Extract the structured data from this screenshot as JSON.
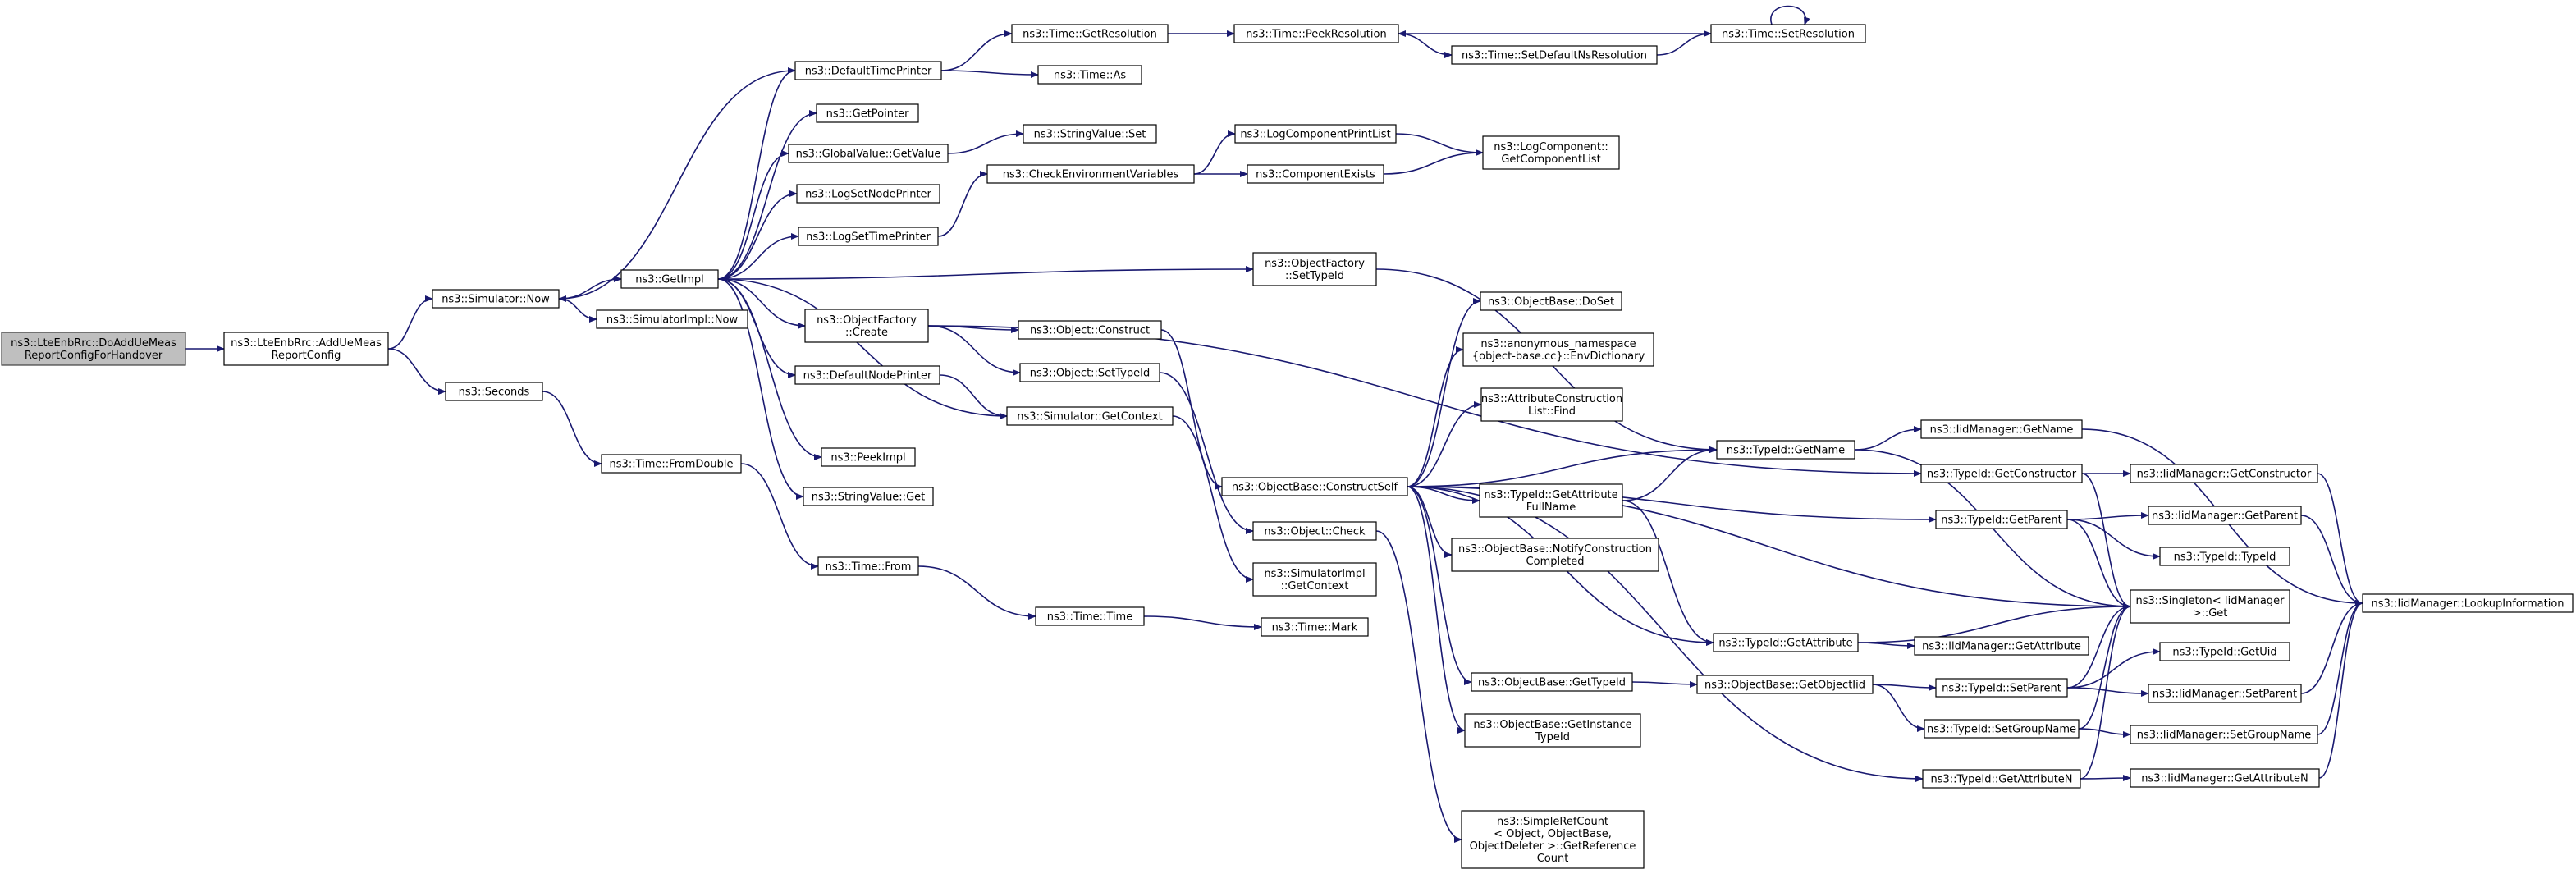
{
  "colors": {
    "edge": "#191970",
    "root_fill": "#bfbfbf",
    "node_fill": "#ffffff",
    "node_border": "#000000"
  },
  "nodes": [
    {
      "id": "root",
      "lines": [
        "ns3::LteEnbRrc::DoAddUeMeas",
        "ReportConfigForHandover"
      ]
    },
    {
      "id": "addue",
      "lines": [
        "ns3::LteEnbRrc::AddUeMeas",
        "ReportConfig"
      ]
    },
    {
      "id": "simnow",
      "lines": [
        "ns3::Simulator::Now"
      ]
    },
    {
      "id": "seconds",
      "lines": [
        "ns3::Seconds"
      ]
    },
    {
      "id": "getimpl",
      "lines": [
        "ns3::GetImpl"
      ]
    },
    {
      "id": "simimplnow",
      "lines": [
        "ns3::SimulatorImpl::Now"
      ]
    },
    {
      "id": "fromdouble",
      "lines": [
        "ns3::Time::FromDouble"
      ]
    },
    {
      "id": "deftimeprinter",
      "lines": [
        "ns3::DefaultTimePrinter"
      ]
    },
    {
      "id": "getpointer",
      "lines": [
        "ns3::GetPointer"
      ]
    },
    {
      "id": "gvgetvalue",
      "lines": [
        "ns3::GlobalValue::GetValue"
      ]
    },
    {
      "id": "logsetnode",
      "lines": [
        "ns3::LogSetNodePrinter"
      ]
    },
    {
      "id": "logsettime",
      "lines": [
        "ns3::LogSetTimePrinter"
      ]
    },
    {
      "id": "ofcreate",
      "lines": [
        "ns3::ObjectFactory",
        "::Create"
      ]
    },
    {
      "id": "defnodeprinter",
      "lines": [
        "ns3::DefaultNodePrinter"
      ]
    },
    {
      "id": "peekimpl",
      "lines": [
        "ns3::PeekImpl"
      ]
    },
    {
      "id": "svget",
      "lines": [
        "ns3::StringValue::Get"
      ]
    },
    {
      "id": "timefrom",
      "lines": [
        "ns3::Time::From"
      ]
    },
    {
      "id": "getresolution",
      "lines": [
        "ns3::Time::GetResolution"
      ]
    },
    {
      "id": "timeas",
      "lines": [
        "ns3::Time::As"
      ]
    },
    {
      "id": "svset",
      "lines": [
        "ns3::StringValue::Set"
      ]
    },
    {
      "id": "checkenv",
      "lines": [
        "ns3::CheckEnvironmentVariables"
      ]
    },
    {
      "id": "objconstruct",
      "lines": [
        "ns3::Object::Construct"
      ]
    },
    {
      "id": "objsettypeid",
      "lines": [
        "ns3::Object::SetTypeId"
      ]
    },
    {
      "id": "simgetcontext",
      "lines": [
        "ns3::Simulator::GetContext"
      ]
    },
    {
      "id": "timetime",
      "lines": [
        "ns3::Time::Time"
      ]
    },
    {
      "id": "peekres",
      "lines": [
        "ns3::Time::PeekResolution"
      ]
    },
    {
      "id": "setdefaultns",
      "lines": [
        "ns3::Time::SetDefaultNsResolution"
      ]
    },
    {
      "id": "setres",
      "lines": [
        "ns3::Time::SetResolution"
      ]
    },
    {
      "id": "logprintlist",
      "lines": [
        "ns3::LogComponentPrintList"
      ]
    },
    {
      "id": "compexists",
      "lines": [
        "ns3::ComponentExists"
      ]
    },
    {
      "id": "loggetlist",
      "lines": [
        "ns3::LogComponent::",
        "GetComponentList"
      ]
    },
    {
      "id": "ofsettypeid",
      "lines": [
        "ns3::ObjectFactory",
        "::SetTypeId"
      ]
    },
    {
      "id": "constructself",
      "lines": [
        "ns3::ObjectBase::ConstructSelf"
      ]
    },
    {
      "id": "objcheck",
      "lines": [
        "ns3::Object::Check"
      ]
    },
    {
      "id": "simimplgetctx",
      "lines": [
        "ns3::SimulatorImpl",
        "::GetContext"
      ]
    },
    {
      "id": "timemark",
      "lines": [
        "ns3::Time::Mark"
      ]
    },
    {
      "id": "doset",
      "lines": [
        "ns3::ObjectBase::DoSet"
      ]
    },
    {
      "id": "envdict",
      "lines": [
        "ns3::anonymous_namespace",
        "{object-base.cc}::EnvDictionary"
      ]
    },
    {
      "id": "attrfind",
      "lines": [
        "ns3::AttributeConstruction",
        "List::Find"
      ]
    },
    {
      "id": "getattrfull",
      "lines": [
        "ns3::TypeId::GetAttribute",
        "FullName"
      ]
    },
    {
      "id": "notifyconst",
      "lines": [
        "ns3::ObjectBase::NotifyConstruction",
        "Completed"
      ]
    },
    {
      "id": "obgettypeid",
      "lines": [
        "ns3::ObjectBase::GetTypeId"
      ]
    },
    {
      "id": "obgetinst",
      "lines": [
        "ns3::ObjectBase::GetInstance",
        "TypeId"
      ]
    },
    {
      "id": "simplerefcount",
      "lines": [
        "ns3::SimpleRefCount",
        "< Object, ObjectBase,",
        "ObjectDeleter >::GetReference",
        "Count"
      ]
    },
    {
      "id": "tigetname",
      "lines": [
        "ns3::TypeId::GetName"
      ]
    },
    {
      "id": "tigetattr",
      "lines": [
        "ns3::TypeId::GetAttribute"
      ]
    },
    {
      "id": "obgetobjtid",
      "lines": [
        "ns3::ObjectBase::GetObjectIid"
      ]
    },
    {
      "id": "iidgetname",
      "lines": [
        "ns3::IidManager::GetName"
      ]
    },
    {
      "id": "tigetctor",
      "lines": [
        "ns3::TypeId::GetConstructor"
      ]
    },
    {
      "id": "tigetparent",
      "lines": [
        "ns3::TypeId::GetParent"
      ]
    },
    {
      "id": "iidgetattr",
      "lines": [
        "ns3::IidManager::GetAttribute"
      ]
    },
    {
      "id": "tisetparent",
      "lines": [
        "ns3::TypeId::SetParent"
      ]
    },
    {
      "id": "tisetgroup",
      "lines": [
        "ns3::TypeId::SetGroupName"
      ]
    },
    {
      "id": "tigetattrn",
      "lines": [
        "ns3::TypeId::GetAttributeN"
      ]
    },
    {
      "id": "iidgetctor",
      "lines": [
        "ns3::IidManager::GetConstructor"
      ]
    },
    {
      "id": "iidgetparent",
      "lines": [
        "ns3::IidManager::GetParent"
      ]
    },
    {
      "id": "tityped",
      "lines": [
        "ns3::TypeId::TypeId"
      ]
    },
    {
      "id": "singleton",
      "lines": [
        "ns3::Singleton< IidManager",
        ">::Get"
      ]
    },
    {
      "id": "tigetuid",
      "lines": [
        "ns3::TypeId::GetUid"
      ]
    },
    {
      "id": "iidsetparent",
      "lines": [
        "ns3::IidManager::SetParent"
      ]
    },
    {
      "id": "iidsetgroup",
      "lines": [
        "ns3::IidManager::SetGroupName"
      ]
    },
    {
      "id": "iidgetattrn",
      "lines": [
        "ns3::IidManager::GetAttributeN"
      ]
    },
    {
      "id": "lookupinfo",
      "lines": [
        "ns3::IidManager::LookupInformation"
      ]
    }
  ],
  "edges": [
    [
      "root",
      "addue"
    ],
    [
      "addue",
      "simnow"
    ],
    [
      "addue",
      "seconds"
    ],
    [
      "simnow",
      "getimpl"
    ],
    [
      "simnow",
      "simimplnow"
    ],
    [
      "seconds",
      "fromdouble"
    ],
    [
      "fromdouble",
      "timefrom"
    ],
    [
      "timefrom",
      "timetime"
    ],
    [
      "timetime",
      "timemark"
    ],
    [
      "getimpl",
      "deftimeprinter"
    ],
    [
      "getimpl",
      "getpointer"
    ],
    [
      "getimpl",
      "gvgetvalue"
    ],
    [
      "getimpl",
      "logsetnode"
    ],
    [
      "getimpl",
      "logsettime"
    ],
    [
      "getimpl",
      "ofcreate"
    ],
    [
      "getimpl",
      "defnodeprinter"
    ],
    [
      "getimpl",
      "peekimpl"
    ],
    [
      "getimpl",
      "svget"
    ],
    [
      "getimpl",
      "ofsettypeid"
    ],
    [
      "getimpl",
      "simgetcontext"
    ],
    [
      "deftimeprinter",
      "simnow"
    ],
    [
      "deftimeprinter",
      "getresolution"
    ],
    [
      "deftimeprinter",
      "timeas"
    ],
    [
      "getresolution",
      "peekres"
    ],
    [
      "peekres",
      "setdefaultns"
    ],
    [
      "setdefaultns",
      "setres"
    ],
    [
      "setres",
      "peekres"
    ],
    [
      "setres",
      "setres"
    ],
    [
      "gvgetvalue",
      "svset"
    ],
    [
      "logsettime",
      "checkenv"
    ],
    [
      "checkenv",
      "logprintlist"
    ],
    [
      "checkenv",
      "compexists"
    ],
    [
      "logprintlist",
      "loggetlist"
    ],
    [
      "compexists",
      "loggetlist"
    ],
    [
      "ofcreate",
      "objconstruct"
    ],
    [
      "ofcreate",
      "objsettypeid"
    ],
    [
      "ofcreate",
      "tigetctor"
    ],
    [
      "defnodeprinter",
      "simgetcontext"
    ],
    [
      "simgetcontext",
      "simimplgetctx"
    ],
    [
      "objconstruct",
      "constructself"
    ],
    [
      "objsettypeid",
      "objcheck"
    ],
    [
      "objcheck",
      "simplerefcount"
    ],
    [
      "ofsettypeid",
      "tigetname"
    ],
    [
      "constructself",
      "doset"
    ],
    [
      "constructself",
      "envdict"
    ],
    [
      "constructself",
      "attrfind"
    ],
    [
      "constructself",
      "tigetname"
    ],
    [
      "constructself",
      "getattrfull"
    ],
    [
      "constructself",
      "notifyconst"
    ],
    [
      "constructself",
      "tigetparent"
    ],
    [
      "constructself",
      "singleton"
    ],
    [
      "constructself",
      "tigetattr"
    ],
    [
      "constructself",
      "obgettypeid"
    ],
    [
      "constructself",
      "obgetinst"
    ],
    [
      "constructself",
      "tigetattrn"
    ],
    [
      "getattrfull",
      "tigetname"
    ],
    [
      "getattrfull",
      "tigetattr"
    ],
    [
      "tigetname",
      "iidgetname"
    ],
    [
      "tigetname",
      "singleton"
    ],
    [
      "tigetattr",
      "iidgetattr"
    ],
    [
      "tigetattr",
      "singleton"
    ],
    [
      "obgettypeid",
      "obgetobjtid"
    ],
    [
      "obgetobjtid",
      "tisetparent"
    ],
    [
      "obgetobjtid",
      "tisetgroup"
    ],
    [
      "tigetctor",
      "iidgetctor"
    ],
    [
      "tigetctor",
      "singleton"
    ],
    [
      "tigetparent",
      "iidgetparent"
    ],
    [
      "tigetparent",
      "tityped"
    ],
    [
      "tigetparent",
      "singleton"
    ],
    [
      "tisetparent",
      "tigetuid"
    ],
    [
      "tisetparent",
      "iidsetparent"
    ],
    [
      "tisetparent",
      "singleton"
    ],
    [
      "tisetgroup",
      "iidsetgroup"
    ],
    [
      "tisetgroup",
      "singleton"
    ],
    [
      "tigetattrn",
      "iidgetattrn"
    ],
    [
      "tigetattrn",
      "singleton"
    ],
    [
      "iidgetname",
      "lookupinfo"
    ],
    [
      "iidgetctor",
      "lookupinfo"
    ],
    [
      "iidgetparent",
      "lookupinfo"
    ],
    [
      "iidsetparent",
      "lookupinfo"
    ],
    [
      "iidsetgroup",
      "lookupinfo"
    ],
    [
      "iidgetattrn",
      "lookupinfo"
    ]
  ]
}
